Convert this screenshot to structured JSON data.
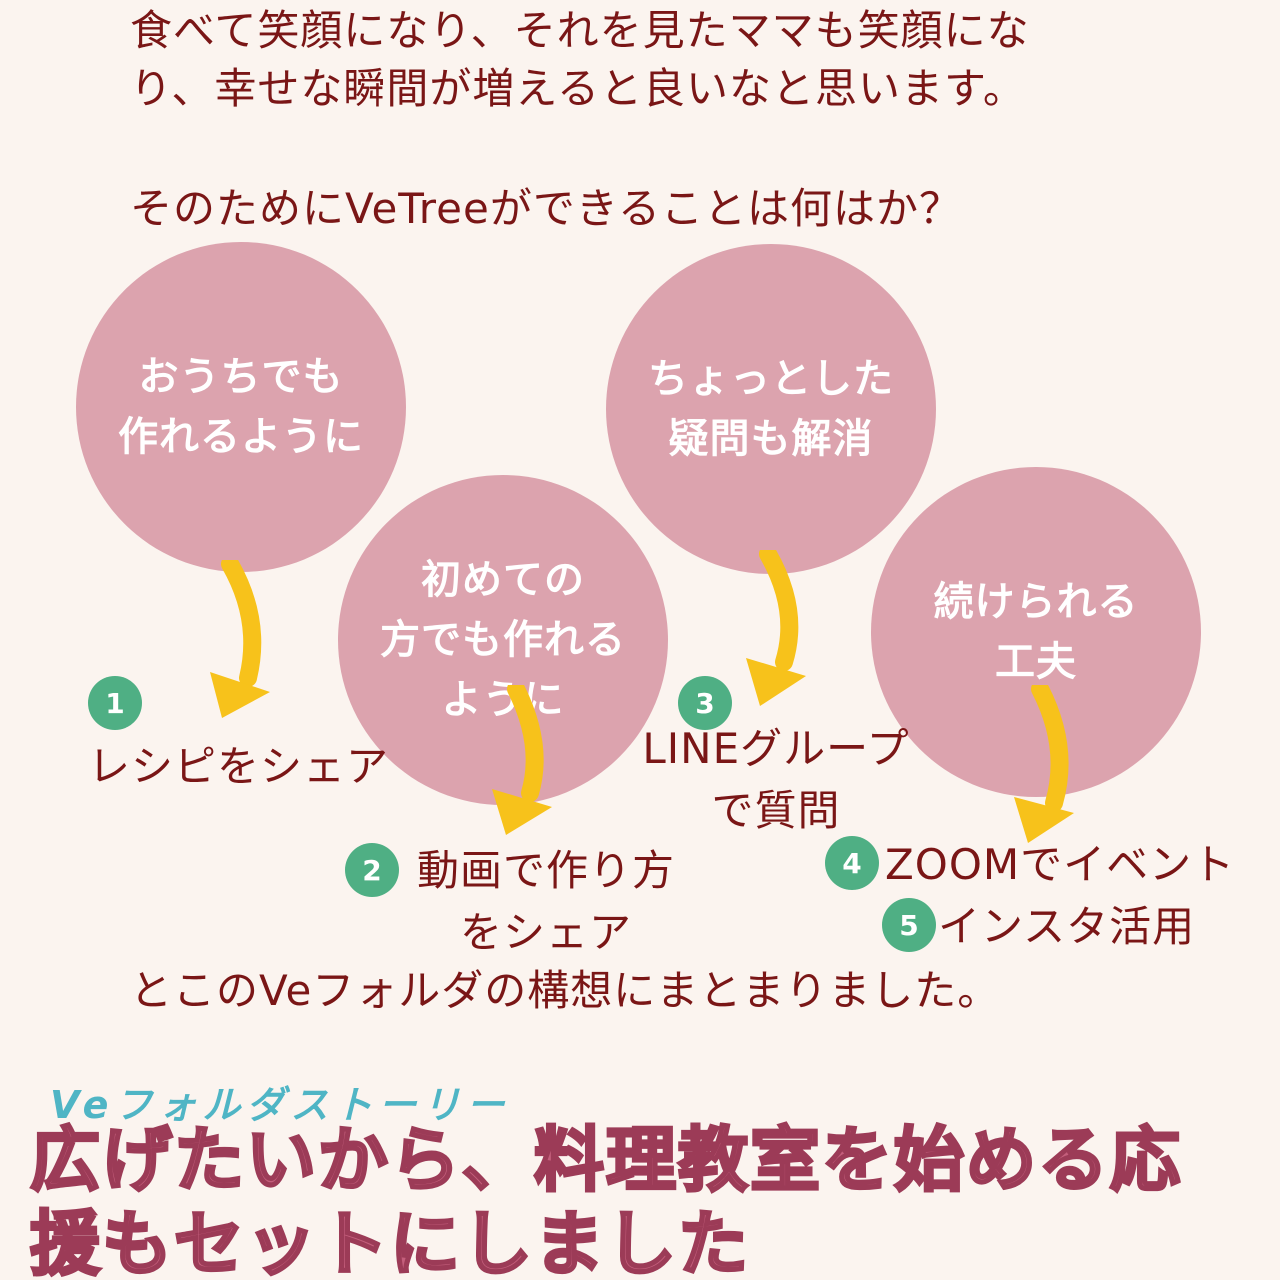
{
  "intro": {
    "line1": "食べて笑顔になり、それを見たママも笑顔にな",
    "line2": "り、幸せな瞬間が増えると良いなと思います。",
    "question": "そのためにVeTreeができることは何はか？",
    "conclusion": "とこのVeフォルダの構想にまとまりました。"
  },
  "circles": [
    {
      "text": "おうちでも\n作れるように"
    },
    {
      "text": "初めての\n方でも作れる\nように"
    },
    {
      "text": "ちょっとした\n疑問も解消"
    },
    {
      "text": "続けられる\n工夫"
    }
  ],
  "items": [
    {
      "number": "1",
      "text": "レシピをシェア"
    },
    {
      "number": "2",
      "text": "動画で作り方\nをシェア"
    },
    {
      "number": "3",
      "text": "LINEグループ\nで質問"
    },
    {
      "number": "4",
      "text": "ZOOMでイベント"
    },
    {
      "number": "5",
      "text": "インスタ活用"
    }
  ],
  "story_label": "Veフォルダストーリー",
  "headline": {
    "line1": "広げたいから、料理教室を始める応",
    "line2": "援もセットにしました"
  },
  "colors": {
    "background": "#FBF4EF",
    "text": "#7A1616",
    "circle": "#DCA3AE",
    "badge": "#4FAF84",
    "arrow": "#F7C21B",
    "story_label": "#4FB5C5",
    "headline": "#C45F7C"
  }
}
